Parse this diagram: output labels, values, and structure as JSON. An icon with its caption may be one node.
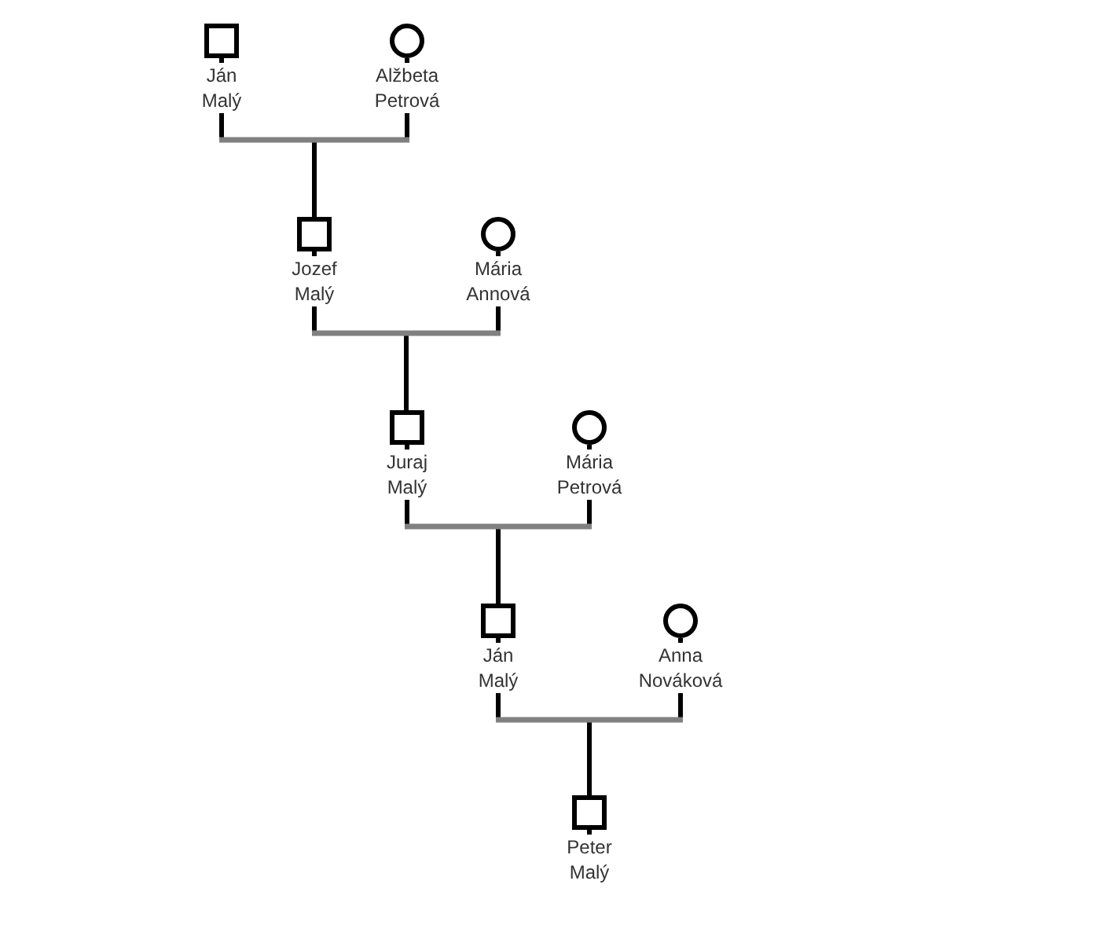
{
  "diagram": {
    "nodes": [
      {
        "text": [
          "Ján Malý"
        ]
      },
      {
        "text": [
          "Alžbeta Petrová"
        ]
      },
      {
        "text": [
          "Jozef Malý"
        ]
      },
      {
        "text": [
          "Mária Annová"
        ]
      },
      {
        "text": [
          "Juraj Malý"
        ]
      },
      {
        "text": [
          "Mária Petrová"
        ]
      },
      {
        "text": [
          "Ján Malý"
        ]
      },
      {
        "text": [
          "Anna Nováková"
        ]
      },
      {
        "text": [
          "Peter Malý"
        ]
      }
    ],
    "edges": [
      {
        "from": 0,
        "to": 2,
        "arrow": "none"
      },
      {
        "from": 1,
        "to": 2,
        "arrow": "none"
      },
      {
        "from": 2,
        "to": 4,
        "arrow": "none"
      },
      {
        "from": 3,
        "to": 4,
        "arrow": "none"
      },
      {
        "from": 4,
        "to": 6,
        "arrow": "none"
      },
      {
        "from": 5,
        "to": 6,
        "arrow": "none"
      },
      {
        "from": 6,
        "to": 8,
        "arrow": "none"
      },
      {
        "from": 7,
        "to": 8,
        "arrow": "none"
      }
    ]
  }
}
